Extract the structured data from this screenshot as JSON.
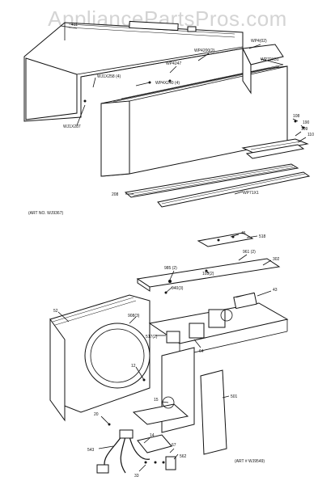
{
  "watermark": "AppliancePartsPros.com",
  "top_diagram": {
    "art_no": "(ART NO. WJ9367)",
    "labels": {
      "wp4142": "WP4(02)",
      "wp4200": "WP4200(2)",
      "wp4247": "WP4247",
      "wj1x258": "WJ1X258 (4)",
      "wp4x240": "WP4X240 (4)",
      "wj1x287": "WJ1X287",
      "wp70x31": "WP70X31",
      "p411": "411",
      "p108": "108",
      "p190": "190",
      "p109": "109",
      "p110": "110",
      "p208": "208",
      "wp71x": "WP71X1"
    }
  },
  "bottom_diagram": {
    "art_no": "(ART # WJ9549)",
    "labels": {
      "p45": "45",
      "p518": "518",
      "p985a": "985 (2)",
      "p105": "105(2)",
      "p961": "961 (2)",
      "p302": "302",
      "p940": "940(3)",
      "p43": "43",
      "p52": "52",
      "p908": "908(3)",
      "p517": "517(2)",
      "p64": "64",
      "p12": "12",
      "p501": "501",
      "p15": "15",
      "p20": "20",
      "p543": "543",
      "p33": "33",
      "p14": "14",
      "p67": "67",
      "p562": "562"
    }
  }
}
